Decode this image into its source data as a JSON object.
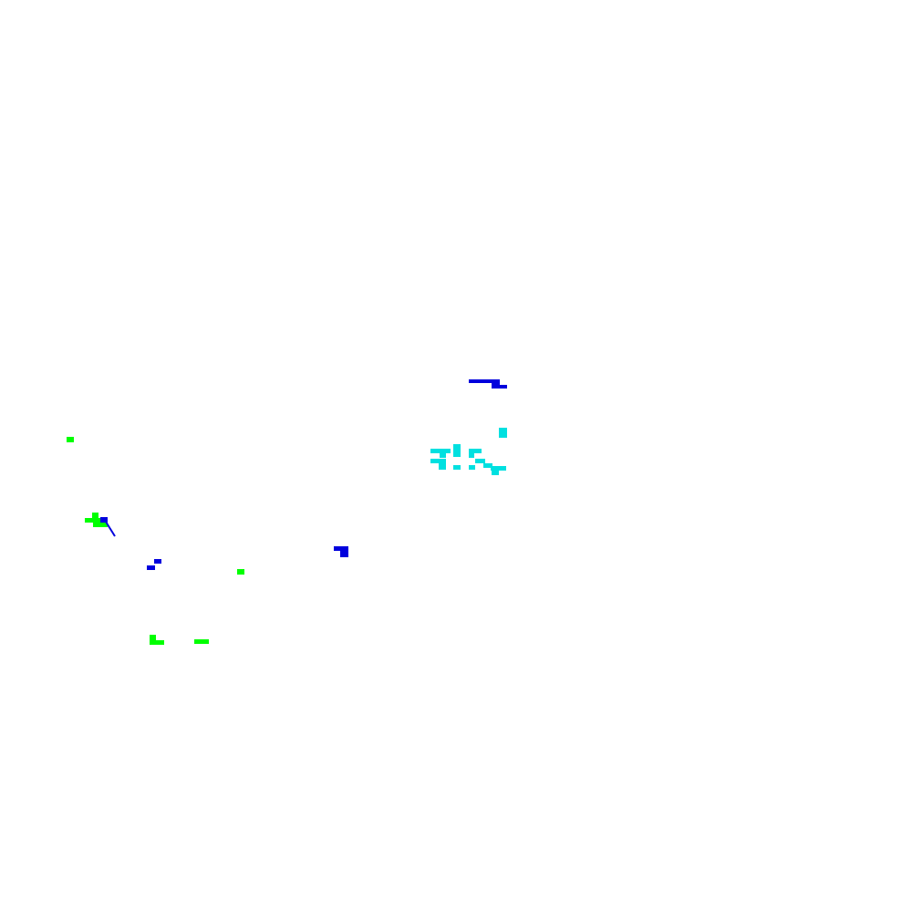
{
  "background": "#ffffff",
  "palette": {
    "green": "#00ff00",
    "blue": "#0000dd",
    "cyan": "#00e0e0"
  },
  "clusters": [
    {
      "name": "cyan-cluster",
      "color": "cyan"
    },
    {
      "name": "blue-top",
      "color": "blue"
    },
    {
      "name": "green-left",
      "color": "green"
    },
    {
      "name": "blue-mid",
      "color": "blue"
    },
    {
      "name": "green-bottom",
      "color": "green"
    }
  ]
}
